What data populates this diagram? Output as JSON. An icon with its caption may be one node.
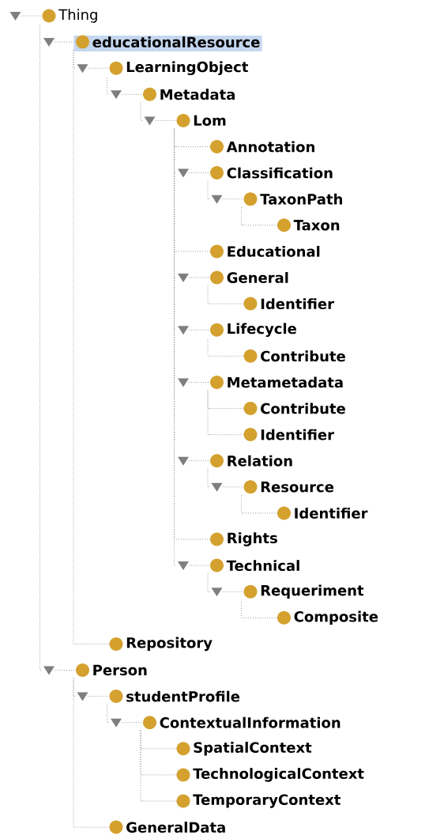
{
  "diagram": {
    "nodes": [
      {
        "text": [
          "Thing"
        ]
      },
      {
        "text": [
          "educationalResource"
        ]
      },
      {
        "text": [
          "LearningObject"
        ]
      },
      {
        "text": [
          "Metadata"
        ]
      },
      {
        "text": [
          "Lom"
        ]
      },
      {
        "text": [
          "Annotation"
        ]
      },
      {
        "text": [
          "Classification"
        ]
      },
      {
        "text": [
          "TaxonPath"
        ]
      },
      {
        "text": [
          "Taxon"
        ]
      },
      {
        "text": [
          "Educational"
        ]
      },
      {
        "text": [
          "General"
        ]
      },
      {
        "text": [
          "Identifier"
        ]
      },
      {
        "text": [
          "Lifecycle"
        ]
      },
      {
        "text": [
          "Contribute"
        ]
      },
      {
        "text": [
          "Metametadata"
        ]
      },
      {
        "text": [
          "Contribute"
        ]
      },
      {
        "text": [
          "Identifier"
        ]
      },
      {
        "text": [
          "Relation"
        ]
      },
      {
        "text": [
          "Resource"
        ]
      },
      {
        "text": [
          "Identifier"
        ]
      },
      {
        "text": [
          "Rights"
        ]
      },
      {
        "text": [
          "Technical"
        ]
      },
      {
        "text": [
          "Requeriment"
        ]
      },
      {
        "text": [
          "Composite"
        ]
      },
      {
        "text": [
          "Repository"
        ]
      },
      {
        "text": [
          "Person"
        ]
      },
      {
        "text": [
          "studentProfile"
        ]
      },
      {
        "text": [
          "ContextualInformation"
        ]
      },
      {
        "text": [
          "SpatialContext"
        ]
      },
      {
        "text": [
          "TechnologicalContext"
        ]
      },
      {
        "text": [
          "TemporaryContext"
        ]
      },
      {
        "text": [
          "GeneralData"
        ]
      }
    ],
    "edges": [
      {
        "from": 0,
        "to": 1,
        "arrow": "none"
      },
      {
        "from": 1,
        "to": 2,
        "arrow": "none"
      },
      {
        "from": 2,
        "to": 3,
        "arrow": "none"
      },
      {
        "from": 3,
        "to": 4,
        "arrow": "none"
      },
      {
        "from": 4,
        "to": 5,
        "arrow": "none"
      },
      {
        "from": 4,
        "to": 6,
        "arrow": "none"
      },
      {
        "from": 6,
        "to": 7,
        "arrow": "none"
      },
      {
        "from": 7,
        "to": 8,
        "arrow": "none"
      },
      {
        "from": 4,
        "to": 9,
        "arrow": "none"
      },
      {
        "from": 4,
        "to": 10,
        "arrow": "none"
      },
      {
        "from": 10,
        "to": 11,
        "arrow": "none"
      },
      {
        "from": 4,
        "to": 12,
        "arrow": "none"
      },
      {
        "from": 12,
        "to": 13,
        "arrow": "none"
      },
      {
        "from": 4,
        "to": 14,
        "arrow": "none"
      },
      {
        "from": 14,
        "to": 15,
        "arrow": "none"
      },
      {
        "from": 14,
        "to": 16,
        "arrow": "none"
      },
      {
        "from": 4,
        "to": 17,
        "arrow": "none"
      },
      {
        "from": 17,
        "to": 18,
        "arrow": "none"
      },
      {
        "from": 18,
        "to": 19,
        "arrow": "none"
      },
      {
        "from": 4,
        "to": 20,
        "arrow": "none"
      },
      {
        "from": 4,
        "to": 21,
        "arrow": "none"
      },
      {
        "from": 21,
        "to": 22,
        "arrow": "none"
      },
      {
        "from": 22,
        "to": 23,
        "arrow": "none"
      },
      {
        "from": 1,
        "to": 24,
        "arrow": "none"
      },
      {
        "from": 0,
        "to": 25,
        "arrow": "none"
      },
      {
        "from": 25,
        "to": 26,
        "arrow": "none"
      },
      {
        "from": 26,
        "to": 27,
        "arrow": "none"
      },
      {
        "from": 27,
        "to": 28,
        "arrow": "none"
      },
      {
        "from": 27,
        "to": 29,
        "arrow": "none"
      },
      {
        "from": 27,
        "to": 30,
        "arrow": "none"
      },
      {
        "from": 25,
        "to": 31,
        "arrow": "none"
      }
    ]
  }
}
